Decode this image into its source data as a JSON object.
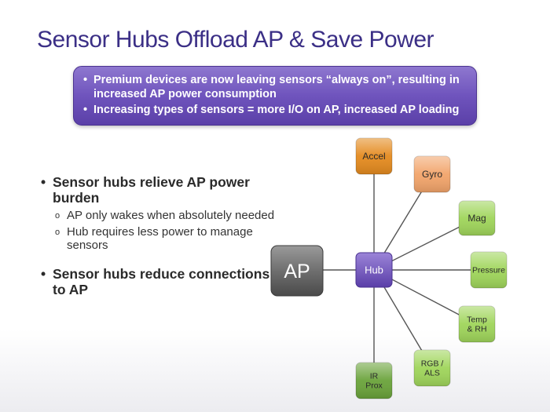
{
  "slide": {
    "title": "Sensor Hubs Offload AP & Save Power"
  },
  "callout": {
    "items": [
      "Premium devices are now leaving sensors “always on”, resulting in increased AP power consumption",
      "Increasing types of sensors = more I/O on AP, increased AP loading"
    ]
  },
  "bullets": {
    "b1": "Sensor hubs relieve AP power burden",
    "b1_sub1": "AP only wakes when absolutely needed",
    "b1_sub2": "Hub requires less power to manage sensors",
    "b2": "Sensor hubs reduce connections to AP"
  },
  "diagram": {
    "ap": {
      "label": "AP"
    },
    "hub": {
      "label": "Hub"
    },
    "sensors": [
      {
        "id": "accel",
        "label": "Accel",
        "color": "#e48a1e"
      },
      {
        "id": "gyro",
        "label": "Gyro",
        "color": "#f2a46a"
      },
      {
        "id": "mag",
        "label": "Mag",
        "color": "#9fd55a"
      },
      {
        "id": "pressure",
        "label": "Pressure",
        "color": "#9fd55a"
      },
      {
        "id": "temp-rh",
        "label": "Temp\n& RH",
        "color": "#9fd55a"
      },
      {
        "id": "rgb-als",
        "label": "RGB /\nALS",
        "color": "#9fd55a"
      },
      {
        "id": "ir-prox",
        "label": "IR\nProx",
        "color": "#6aa33a"
      }
    ]
  }
}
